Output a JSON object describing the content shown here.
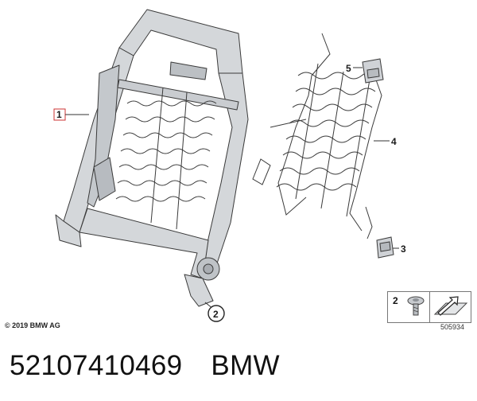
{
  "callouts": {
    "frame": "1",
    "screw": "2",
    "clip": "3",
    "spring_mat": "4",
    "bracket": "5"
  },
  "legend": {
    "number": "2"
  },
  "copyright": "© 2019 BMW AG",
  "image_code": "505934",
  "footer": {
    "part_number": "52107410469",
    "brand": "BMW"
  },
  "colors": {
    "line": "#3a3a3a",
    "frame_fill": "#d4d7da",
    "callout_1_box": "#cc3333"
  }
}
